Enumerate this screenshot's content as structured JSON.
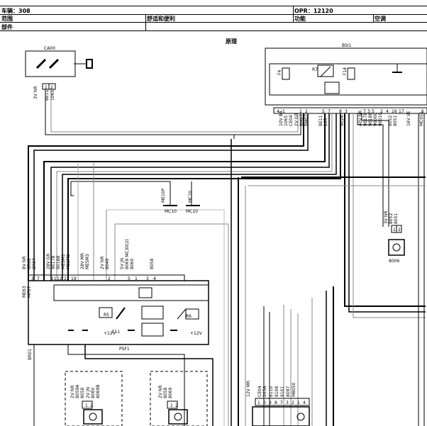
{
  "header": {
    "vehicle": "车辆：308",
    "opr": "OPR：12120",
    "range_label": "范围",
    "range_value": "舒适和便利",
    "function_label": "功能",
    "function_value": "空调",
    "part_label": "部件",
    "principle": "原理"
  },
  "modules": {
    "ca00": "CA00",
    "bsi1": "BSI1",
    "psf1": "PSF1",
    "b006": "8006"
  },
  "grounds": {
    "mc10_a": "MC10",
    "mc10_b": "MC10",
    "me10p": "ME10P",
    "mc10_top": "MC10"
  },
  "ca00_wires": {
    "lbl1": "3V NR",
    "lbl2": "BE11",
    "lbl3": "1065",
    "pins": [
      "1",
      "2"
    ]
  },
  "bsi_wires": {
    "lbl_a": "10V BA",
    "lbl_a2": "1065",
    "lbl_a3": "CE04",
    "lbl_b": "2V GR",
    "lbl_b2": "BM07",
    "lbl_b3": "BM07",
    "lbl_c": "BE11",
    "lbl_c2": "265",
    "lbl_c3": "9024",
    "lbl_d": "40V NR",
    "lbl_d2": "9017B",
    "lbl_d3": "9018B",
    "lbl_d4": "9000C",
    "lbl_d5": "9001C",
    "lbl_e": "8052",
    "lbl_e2": "8051",
    "lbl_f": "16V VE",
    "lbl_g": "MC051",
    "pins": [
      "4",
      "1",
      "1",
      "2",
      "5",
      "7",
      "8",
      "3",
      "7",
      "3",
      "5",
      "2",
      "4",
      "16",
      "17",
      "6"
    ],
    "relay": "R7",
    "fuse1": "F4",
    "fuse2": "F14"
  },
  "psf_wires": {
    "lbl_a": "8V NR",
    "lbl_a2": "BR02",
    "lbl_a3": "BR07",
    "lbl_b": "28V GR",
    "lbl_b2": "9017B",
    "lbl_b3": "9018B",
    "lbl_b4": "MESM1",
    "lbl_b5": "MESM2",
    "lbl_c": "28V MR",
    "lbl_c2": "MESM3",
    "lbl_d": "2V NR",
    "lbl_d2": "8049",
    "lbl_e": "5V JN",
    "lbl_e2": "8069 MC30(2)",
    "lbl_e3": "8060",
    "lbl_f": "8058",
    "lbl_g": "ME63",
    "lbl_g2": "MP07",
    "pins": [
      "3",
      "7",
      "11",
      "12",
      "22",
      "19",
      "2",
      "5",
      "1",
      "3",
      "4"
    ],
    "relay1": "R5",
    "relay2": "R6",
    "fuse": "F11",
    "v1": "+12V",
    "v2": "+12V",
    "br": "BR01"
  },
  "b006_wires": {
    "lbl1": "3V NR",
    "lbl2": "8052",
    "lbl3": "8051",
    "pins": [
      "1",
      "2"
    ]
  },
  "fan1": {
    "lbl1": "2V NR",
    "lbl2": "8059A",
    "lbl3": "8058",
    "lbl4": "2V JN",
    "lbl5": "8060",
    "lbl6": "8069B",
    "pins": [
      "1",
      "2"
    ]
  },
  "fan2": {
    "lbl1": "2V NR",
    "lbl2": "8058",
    "lbl3": "8069",
    "pins": [
      "1",
      "2"
    ]
  },
  "bottom_right": {
    "lbl1": "12V MR",
    "lbl2": "CE04",
    "lbl3": "265A",
    "lbl4": "8110",
    "lbl5": "8108",
    "lbl6": "8101",
    "lbl7": "8097",
    "lbl8": "M8050",
    "pins": [
      "1",
      "0",
      "9",
      "8",
      "7",
      "3",
      "2",
      "1",
      "4"
    ]
  }
}
